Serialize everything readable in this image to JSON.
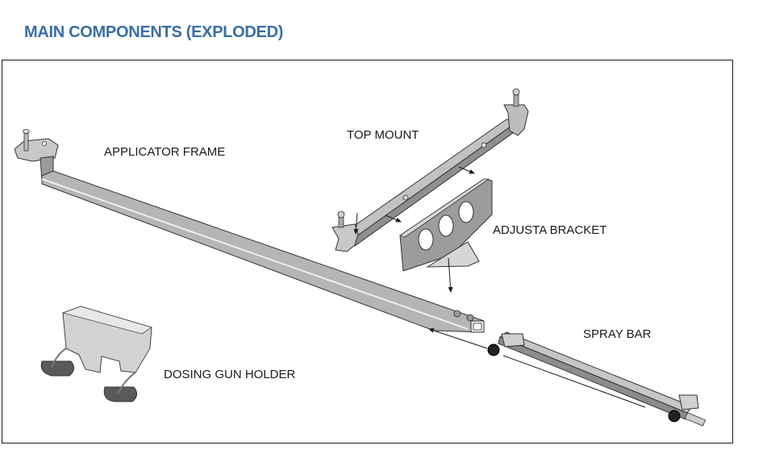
{
  "header": {
    "title": "MAIN COMPONENTS (EXPLODED)"
  },
  "diagram": {
    "components": [
      {
        "id": "applicator-frame",
        "label": "APPLICATOR FRAME"
      },
      {
        "id": "top-mount",
        "label": "TOP MOUNT"
      },
      {
        "id": "adjusta-bracket",
        "label": "ADJUSTA BRACKET"
      },
      {
        "id": "spray-bar",
        "label": "SPRAY BAR"
      },
      {
        "id": "dosing-gun-holder",
        "label": "DOSING GUN HOLDER"
      }
    ]
  },
  "colors": {
    "title": "#3a6ea5",
    "metal_light": "#d9d9d9",
    "metal_mid": "#a8a8a8",
    "metal_dark": "#6e6e6e",
    "line": "#1a1a1a"
  }
}
